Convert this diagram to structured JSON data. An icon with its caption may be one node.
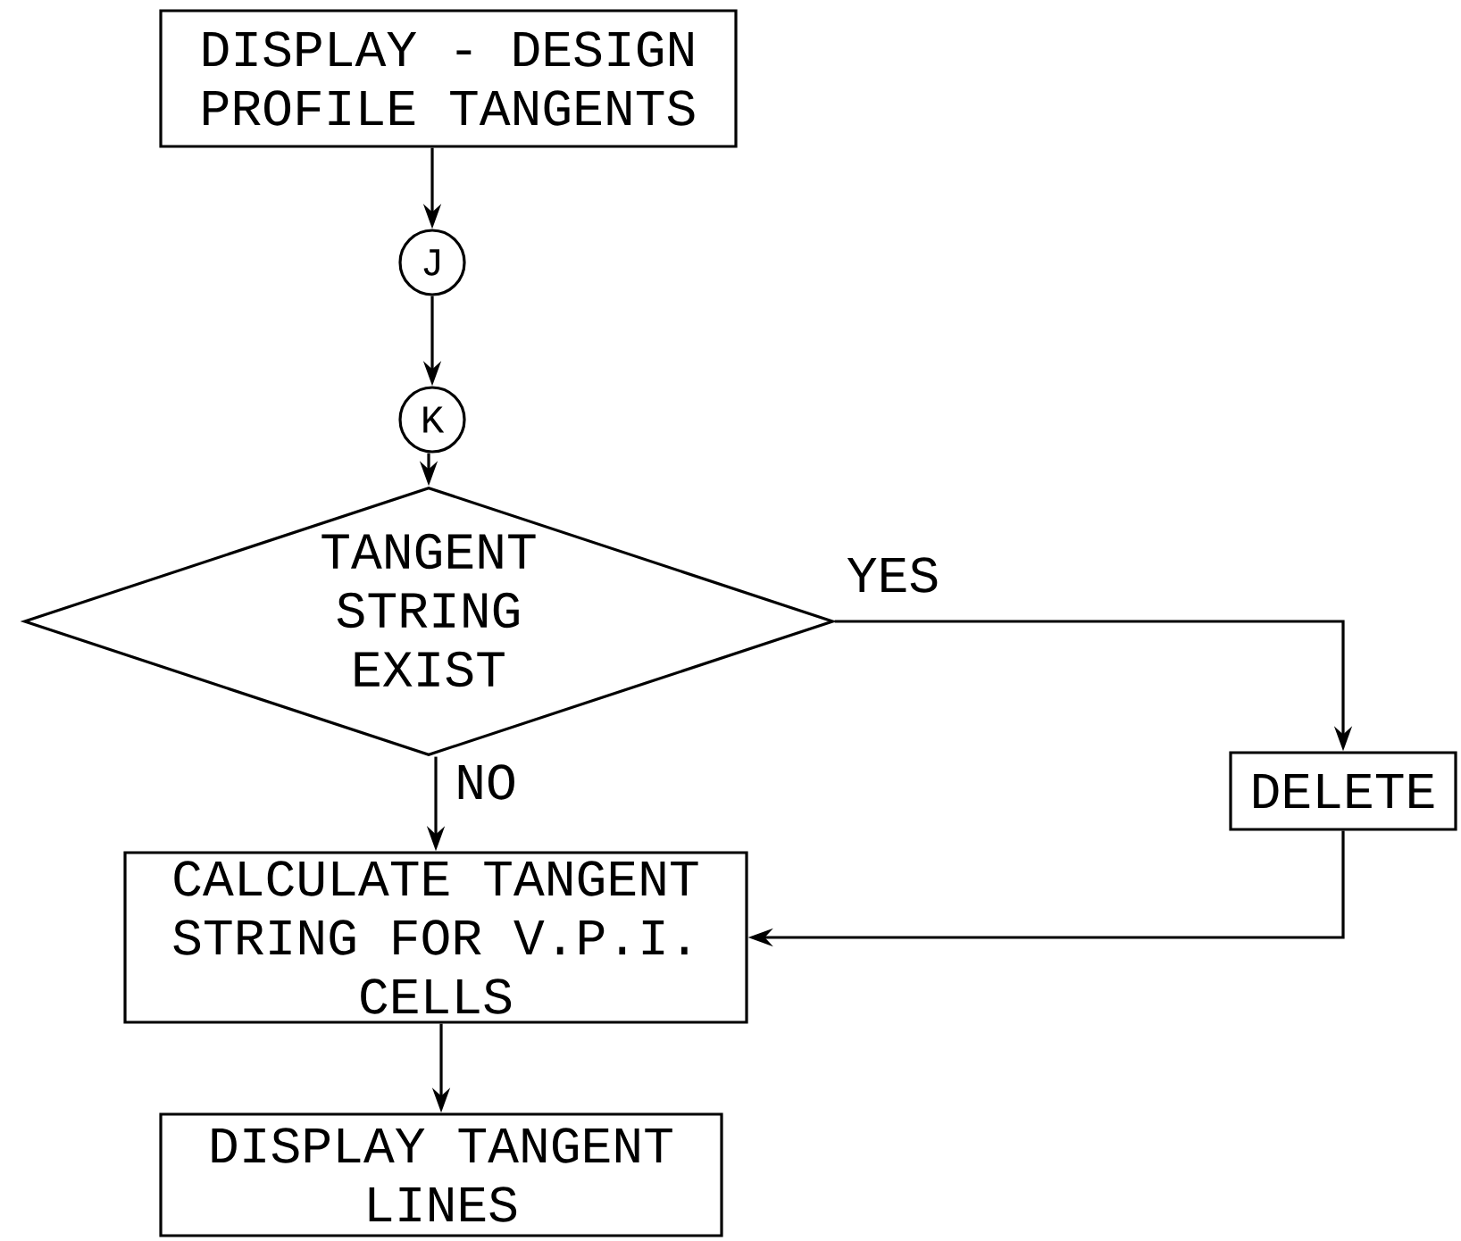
{
  "diagram": {
    "nodes": [
      {
        "text": [
          "DISPLAY - DESIGN PROFILE TANGENTS"
        ]
      },
      {
        "text": [
          "J"
        ]
      },
      {
        "text": [
          "K"
        ]
      },
      {
        "text": [
          "TANGENT STRING EXIST"
        ]
      },
      {
        "text": [
          "DELETE"
        ]
      },
      {
        "text": [
          "CALCULATE TANGENT STRING FOR V.P.I. CELLS"
        ]
      },
      {
        "text": [
          "DISPLAY TANGENT LINES"
        ]
      }
    ],
    "edges": [
      {
        "from": 0,
        "to": 1,
        "arrow": "to"
      },
      {
        "from": 1,
        "to": 2,
        "arrow": "to"
      },
      {
        "from": 2,
        "to": 3,
        "arrow": "to"
      },
      {
        "from": 3,
        "to": 4,
        "arrow": "to",
        "label": "YES"
      },
      {
        "from": 3,
        "to": 5,
        "arrow": "to",
        "label": "NO"
      },
      {
        "from": 4,
        "to": 5,
        "arrow": "to"
      },
      {
        "from": 5,
        "to": 6,
        "arrow": "to"
      }
    ]
  }
}
